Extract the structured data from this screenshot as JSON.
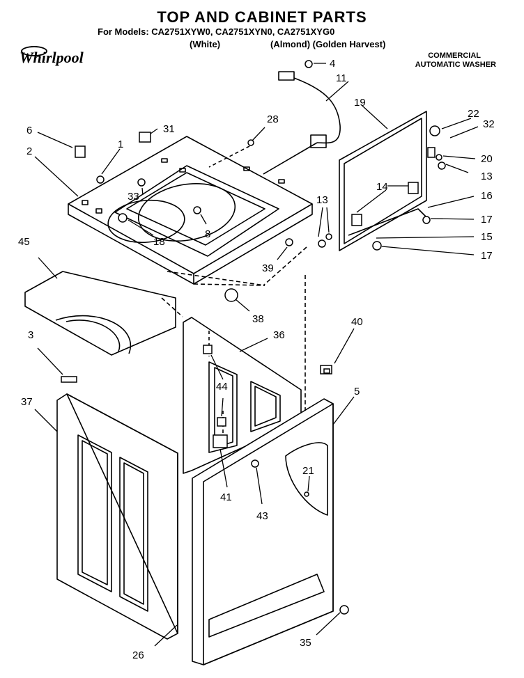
{
  "header": {
    "title": "TOP AND CABINET PARTS",
    "models_line": "For Models: CA2751XYW0,  CA2751XYN0, CA2751XYG0",
    "variant_white": "(White)",
    "variant_others": "(Almond) (Golden Harvest)",
    "category_line1": "COMMERCIAL",
    "category_line2": "AUTOMATIC WASHER"
  },
  "brand": {
    "logo_text": "Whirlpool"
  },
  "callouts": {
    "c1": "1",
    "c2": "2",
    "c3": "3",
    "c4": "4",
    "c5": "5",
    "c6": "6",
    "c8": "8",
    "c11": "11",
    "c13a": "13",
    "c13b": "13",
    "c14": "14",
    "c15": "15",
    "c16": "16",
    "c17a": "17",
    "c17b": "17",
    "c18": "18",
    "c19": "19",
    "c20": "20",
    "c21": "21",
    "c22": "22",
    "c26": "26",
    "c28": "28",
    "c31": "31",
    "c32": "32",
    "c33": "33",
    "c35": "35",
    "c36": "36",
    "c37": "37",
    "c38": "38",
    "c39": "39",
    "c40": "40",
    "c41": "41",
    "c43": "43",
    "c44": "44",
    "c45": "45"
  }
}
